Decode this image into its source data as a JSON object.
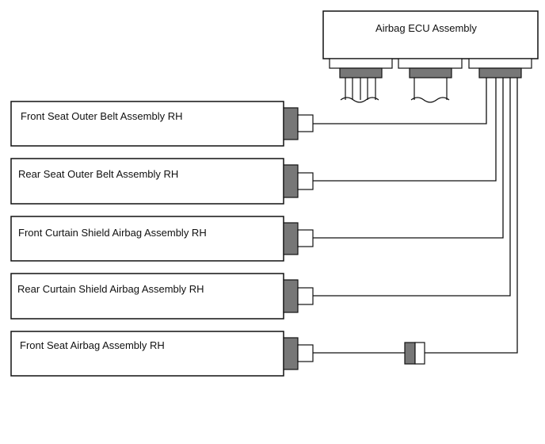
{
  "ecu": {
    "label": "Airbag ECU Assembly"
  },
  "components": [
    {
      "label": "Front Seat Outer Belt Assembly RH"
    },
    {
      "label": "Rear Seat Outer Belt Assembly RH"
    },
    {
      "label": "Front Curtain Shield Airbag Assembly RH"
    },
    {
      "label": "Rear Curtain Shield Airbag Assembly RH"
    },
    {
      "label": "Front Seat Airbag Assembly RH"
    }
  ],
  "colors": {
    "line": "#111111",
    "connector": "#777777",
    "background": "#ffffff"
  }
}
